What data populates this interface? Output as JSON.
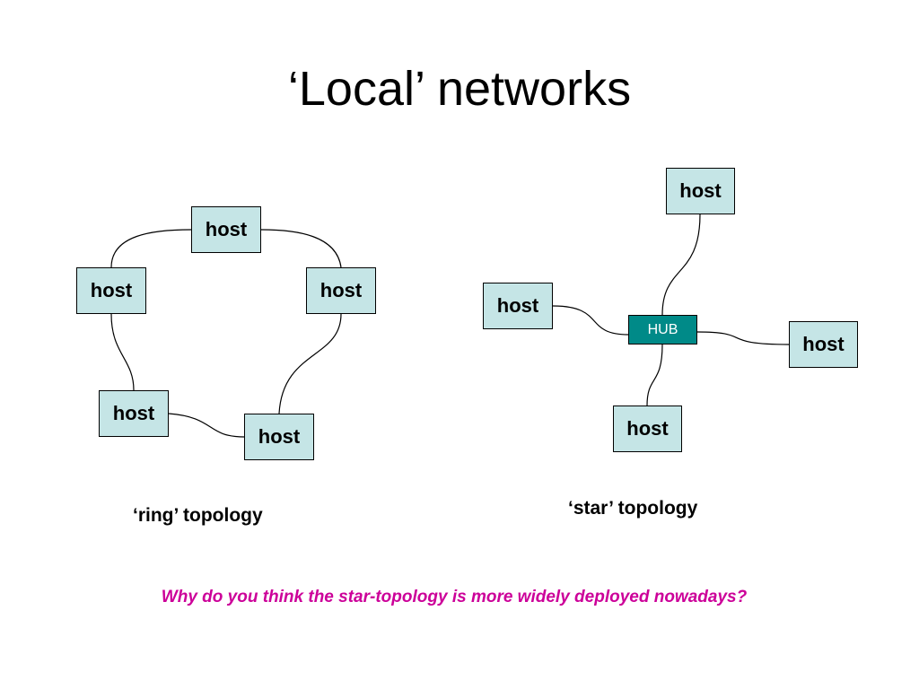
{
  "slide": {
    "title": "‘Local’ networks",
    "question": "Why do you think the star-topology is more widely deployed nowadays?"
  },
  "colors": {
    "host_fill": "#c5e5e6",
    "hub_fill": "#008a88",
    "question_text": "#cc0099",
    "link": "#000000"
  },
  "ring": {
    "caption": "‘ring’ topology",
    "hosts": [
      {
        "id": "ring-top",
        "label": "host"
      },
      {
        "id": "ring-left",
        "label": "host"
      },
      {
        "id": "ring-right",
        "label": "host"
      },
      {
        "id": "ring-bottom-left",
        "label": "host"
      },
      {
        "id": "ring-bottom-right",
        "label": "host"
      }
    ],
    "links": [
      [
        "ring-top",
        "ring-right"
      ],
      [
        "ring-right",
        "ring-bottom-right"
      ],
      [
        "ring-bottom-right",
        "ring-bottom-left"
      ],
      [
        "ring-bottom-left",
        "ring-left"
      ],
      [
        "ring-left",
        "ring-top"
      ]
    ]
  },
  "star": {
    "caption": "‘star’ topology",
    "hub": {
      "id": "star-hub",
      "label": "HUB"
    },
    "hosts": [
      {
        "id": "star-top",
        "label": "host"
      },
      {
        "id": "star-left",
        "label": "host"
      },
      {
        "id": "star-right",
        "label": "host"
      },
      {
        "id": "star-bottom",
        "label": "host"
      }
    ],
    "links": [
      [
        "star-hub",
        "star-top"
      ],
      [
        "star-hub",
        "star-left"
      ],
      [
        "star-hub",
        "star-right"
      ],
      [
        "star-hub",
        "star-bottom"
      ]
    ]
  }
}
